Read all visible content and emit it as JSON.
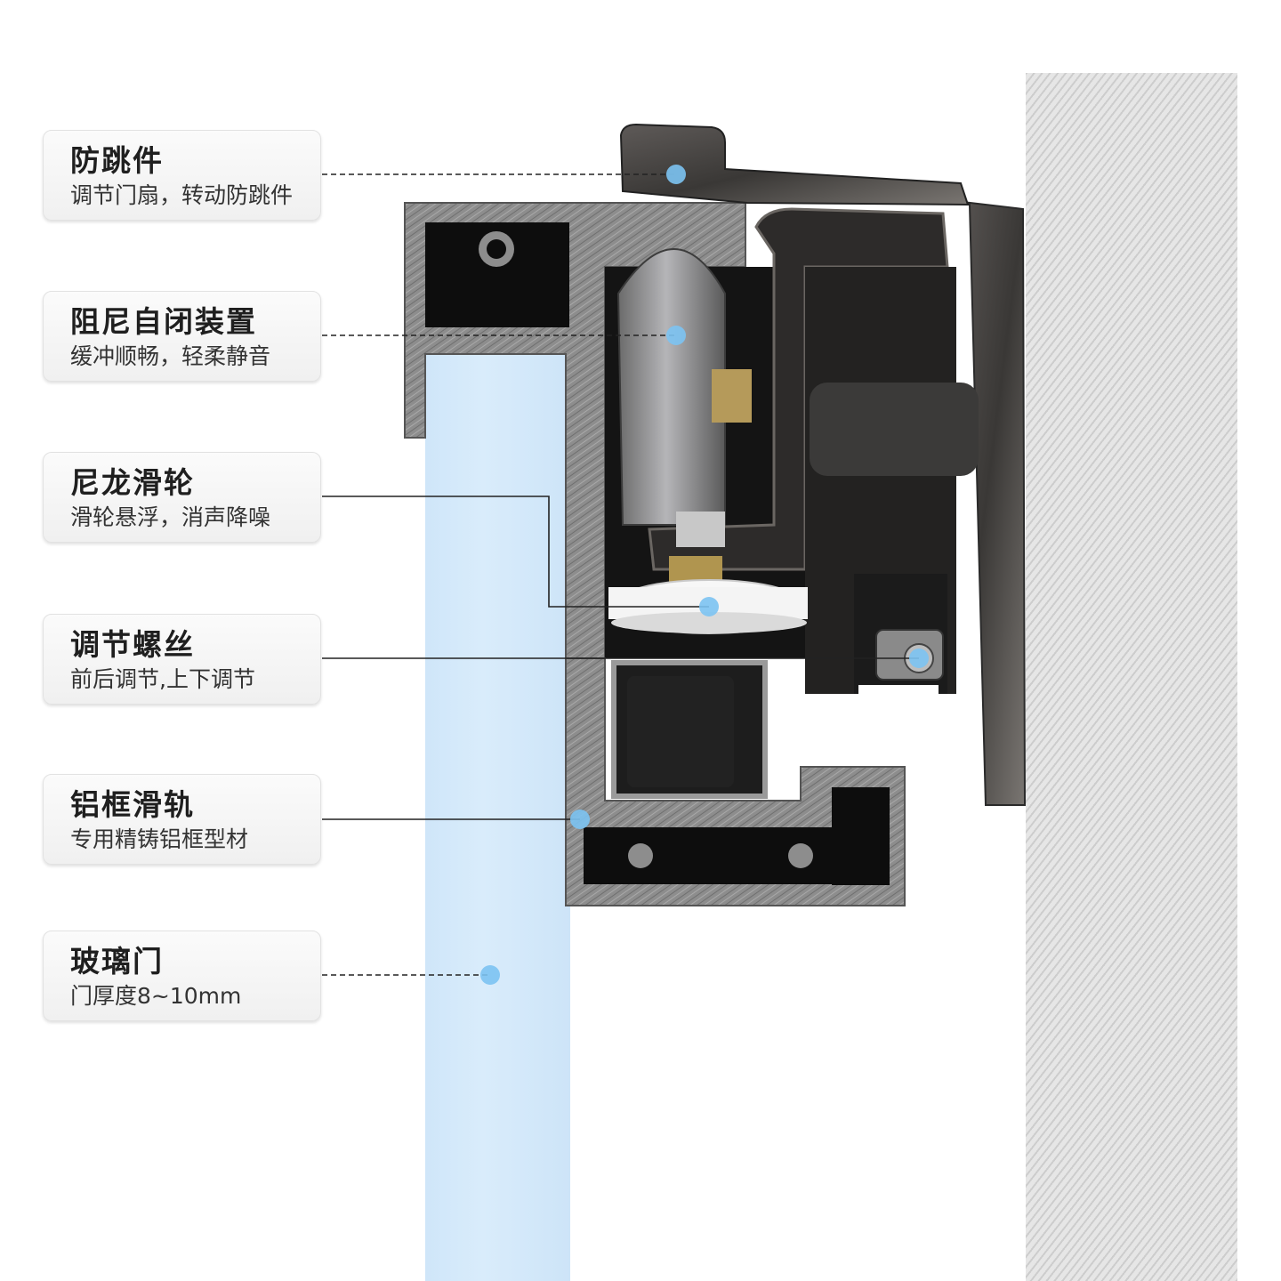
{
  "colors": {
    "background": "#ffffff",
    "glass": "#d4e9fa",
    "wall": "#d9d9d9",
    "aluminum": "#8a8a8a",
    "hardware_dark": "#2a2a2a",
    "marker_dot": "#7cc3f2",
    "leader_line": "#222222",
    "card": "#f4f4f4"
  },
  "callouts": [
    {
      "id": "anti-jump",
      "title": "防跳件",
      "subtitle": "调节门扇，转动防跳件",
      "line_style": "dashed"
    },
    {
      "id": "damper",
      "title": "阻尼自闭装置",
      "subtitle": "缓冲顺畅，轻柔静音",
      "line_style": "dashed"
    },
    {
      "id": "nylon-pulley",
      "title": "尼龙滑轮",
      "subtitle": "滑轮悬浮，消声降噪",
      "line_style": "solid"
    },
    {
      "id": "adjust-screw",
      "title": "调节螺丝",
      "subtitle": "前后调节,上下调节",
      "line_style": "solid"
    },
    {
      "id": "aluminum-rail",
      "title": "铝框滑轨",
      "subtitle": "专用精铸铝框型材",
      "line_style": "solid"
    },
    {
      "id": "glass-door",
      "title": "玻璃门",
      "subtitle": "门厚度8~10mm",
      "line_style": "dashed"
    }
  ]
}
